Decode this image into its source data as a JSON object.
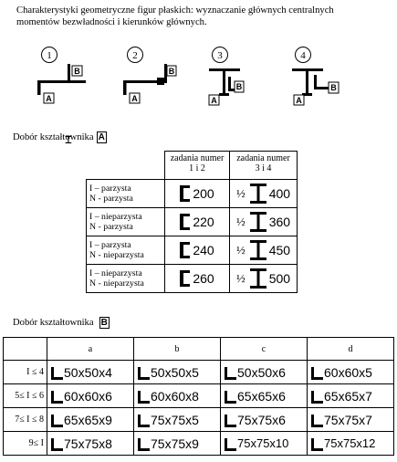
{
  "header": {
    "line1": "Charakterystyki geometryczne figur  płaskich: wyznaczanie głównych centralnych",
    "line2": "momentów bezwładności i kierunków głównych."
  },
  "figures": [
    {
      "number": "1",
      "label_a": "A",
      "label_b": "B"
    },
    {
      "number": "2",
      "label_a": "A",
      "label_b": "B"
    },
    {
      "number": "3",
      "label_a": "A",
      "label_b": "B"
    },
    {
      "number": "4",
      "label_a": "A",
      "label_b": "B"
    }
  ],
  "section_a": {
    "label": "Dobór kształtownika",
    "box": "A"
  },
  "table_a": {
    "col1_header_line1": "zadania numer",
    "col1_header_line2": "1  i  2",
    "col2_header_line1": "zadania numer",
    "col2_header_line2": "3  i  4",
    "half_symbol": "½",
    "rows": [
      {
        "line1": "I –  parzysta",
        "line2": "N - parzysta",
        "c_value": "200",
        "i_value": "400"
      },
      {
        "line1": "I –  nieparzysta",
        "line2": "N - parzysta",
        "c_value": "220",
        "i_value": "360"
      },
      {
        "line1": "I –  parzysta",
        "line2": "N - nieparzysta",
        "c_value": "240",
        "i_value": "450"
      },
      {
        "line1": "I –  nieparzysta",
        "line2": "N - nieparzysta",
        "c_value": "260",
        "i_value": "500"
      }
    ]
  },
  "section_b": {
    "label": "Dobór kształtownika",
    "box": "B"
  },
  "table_b": {
    "headers": [
      "a",
      "b",
      "c",
      "d"
    ],
    "rows": [
      {
        "label": "I ≤ 4",
        "cells": [
          "50x50x4",
          "50x50x5",
          "50x50x6",
          "60x60x5"
        ]
      },
      {
        "label": "5≤ I ≤ 6",
        "cells": [
          "60x60x6",
          "60x60x8",
          "65x65x6",
          "65x65x7"
        ]
      },
      {
        "label": "7≤ I ≤ 8",
        "cells": [
          "65x65x9",
          "75x75x5",
          "75x75x6",
          "75x75x7"
        ]
      },
      {
        "label": "9≤ I",
        "cells": [
          "75x75x8",
          "75x75x9",
          "75x75x10",
          "75x75x12"
        ]
      }
    ]
  }
}
